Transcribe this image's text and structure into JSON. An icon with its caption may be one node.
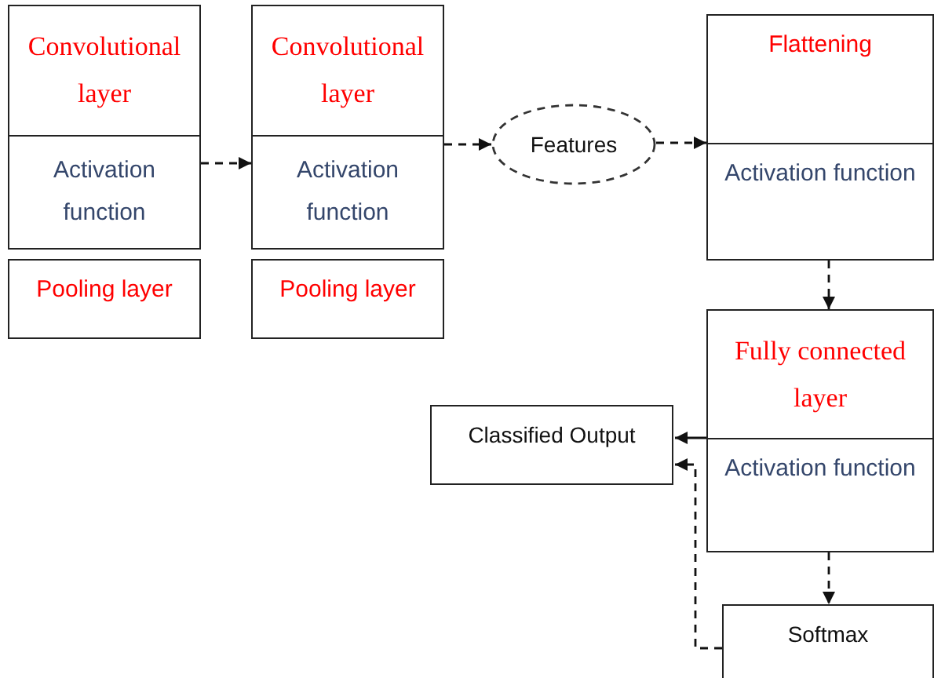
{
  "diagram": {
    "nodes": [
      {
        "text": [
          "Convolutional layer"
        ]
      },
      {
        "text": [
          "Activation function"
        ]
      },
      {
        "text": [
          "Pooling layer"
        ]
      },
      {
        "text": [
          "Convolutional layer"
        ]
      },
      {
        "text": [
          "Activation function"
        ]
      },
      {
        "text": [
          "Pooling layer"
        ]
      },
      {
        "text": [
          "Features"
        ]
      },
      {
        "text": [
          "Flattening"
        ]
      },
      {
        "text": [
          "Activation function"
        ]
      },
      {
        "text": [
          "Fully connected layer"
        ]
      },
      {
        "text": [
          "Activation function"
        ]
      },
      {
        "text": [
          "Classified Output"
        ]
      },
      {
        "text": [
          "Softmax"
        ]
      }
    ],
    "edges": [
      {
        "from": 1,
        "to": 4,
        "arrow": "to",
        "style": "dashed"
      },
      {
        "from": 4,
        "to": 6,
        "arrow": "to",
        "style": "dashed"
      },
      {
        "from": 6,
        "to": 7,
        "arrow": "to",
        "style": "dashed"
      },
      {
        "from": 8,
        "to": 9,
        "arrow": "to",
        "style": "dashed"
      },
      {
        "from": 10,
        "to": 12,
        "arrow": "to",
        "style": "dashed"
      },
      {
        "from": 10,
        "to": 11,
        "arrow": "to"
      },
      {
        "from": 12,
        "to": 11,
        "arrow": "to",
        "style": "dashed"
      }
    ]
  }
}
